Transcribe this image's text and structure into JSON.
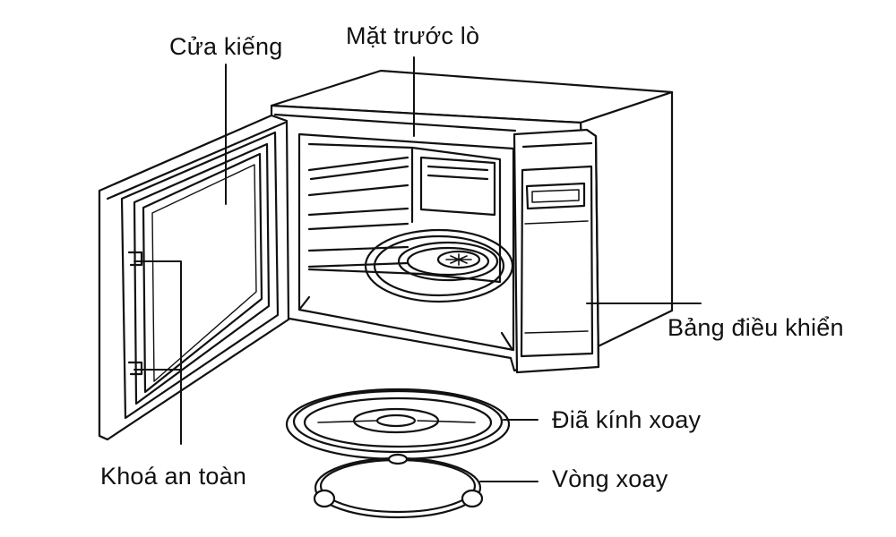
{
  "labels": {
    "door_glass": "Cửa kiếng",
    "oven_front": "Mặt trước lò",
    "control_panel": "Bảng điều khiển",
    "glass_tray": "Điã kính xoay",
    "safety_lock": "Khoá an toàn",
    "roller_ring": "Vòng xoay"
  },
  "colors": {
    "line": "#111111",
    "fill": "#ffffff"
  }
}
